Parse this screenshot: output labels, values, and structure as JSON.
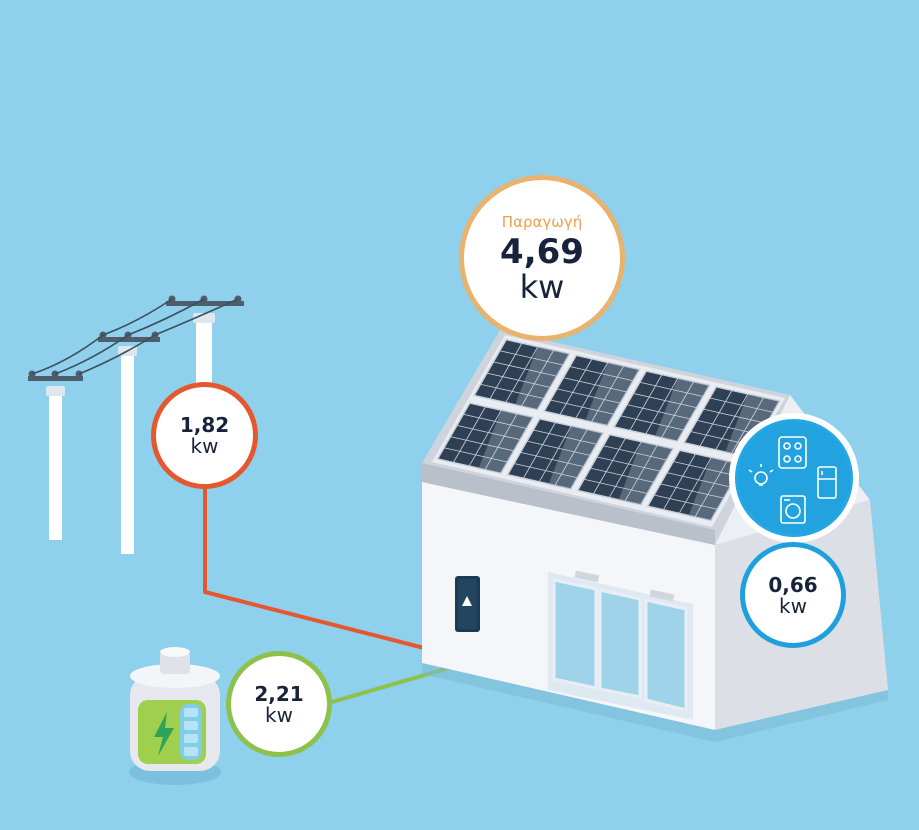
{
  "production": {
    "label": "Παραγωγή",
    "value": "4,69",
    "unit": "kw"
  },
  "grid": {
    "value": "1,82",
    "unit": "kw"
  },
  "battery": {
    "value": "2,21",
    "unit": "kw"
  },
  "consumption": {
    "value": "0,66",
    "unit": "kw"
  },
  "colors": {
    "background": "#8fd0ec",
    "production": "#e9b36d",
    "grid": "#e5582e",
    "battery": "#8dc14a",
    "consumption": "#1f9fde",
    "house_wall": "#f2f4f7",
    "inverter": "#1d3a52",
    "panel": "#2f4055"
  },
  "icons": [
    "bulb-icon",
    "cooktop-icon",
    "fridge-icon",
    "washing-machine-icon",
    "lightning-bolt-icon"
  ]
}
